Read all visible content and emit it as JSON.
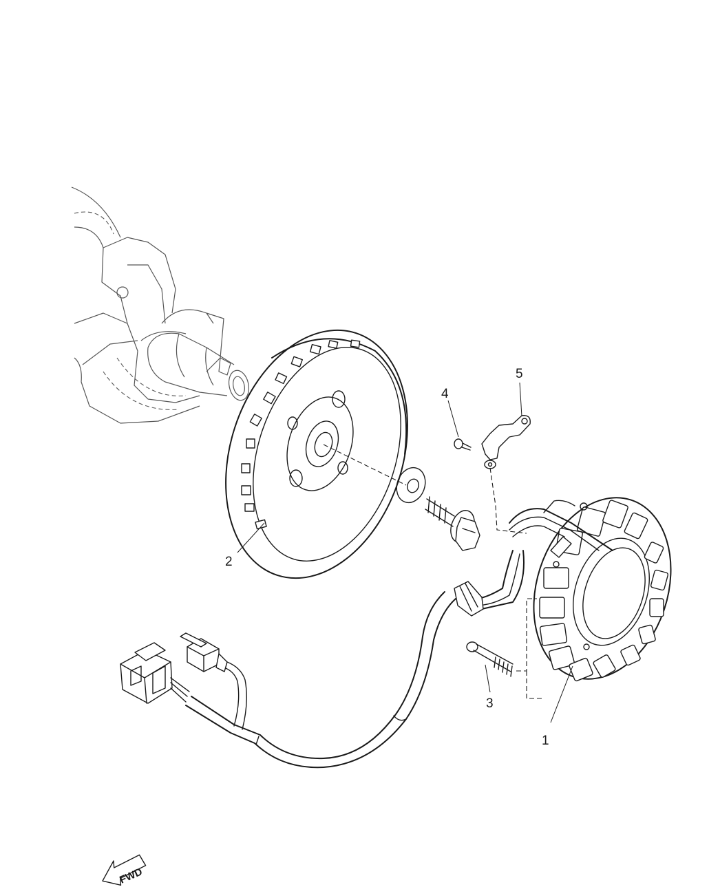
{
  "callouts": [
    {
      "id": "1",
      "text": "1"
    },
    {
      "id": "2",
      "text": "2"
    },
    {
      "id": "3",
      "text": "3"
    },
    {
      "id": "4",
      "text": "4"
    },
    {
      "id": "5",
      "text": "5"
    }
  ],
  "direction_marker": {
    "text": "FWD",
    "icon": "fwd-arrow-icon"
  }
}
